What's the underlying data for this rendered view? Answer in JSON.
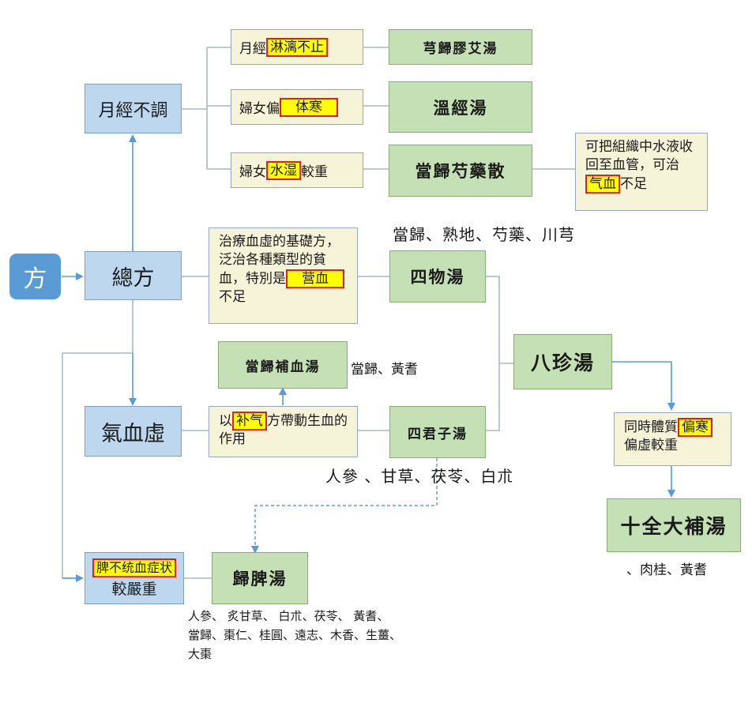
{
  "root": {
    "label": "方"
  },
  "categories": {
    "menstrual": "月經不調",
    "general": "總方",
    "qi_blood": "氣血虛",
    "spleen_hl": "脾不统血症状",
    "spleen_rest": "較嚴重"
  },
  "conditions": {
    "dripping_pre": "月經",
    "dripping_hl": "淋漓不止",
    "cold_pre": "婦女偏",
    "cold_hl": "体寒",
    "damp_pre": "婦女",
    "damp_hl": "水湿",
    "damp_post": "較重",
    "siwu_desc_pre": "治療血虛的基礎方，泛治各種類型的貧血，特別是",
    "siwu_desc_hl": "营血",
    "siwu_desc_post": "不足",
    "danggui_note_pre": "可把組織中水液收回至血管，可治",
    "danggui_note_hl": "气血",
    "danggui_note_post": "不足",
    "qi_drive_pre": "以",
    "qi_drive_hl": "补气",
    "qi_drive_post": "方帶動生血的作用",
    "bazhen_cold_pre": "同時體質",
    "bazhen_cold_hl": "偏寒",
    "bazhen_cold_post": "偏虛較重"
  },
  "formulas": {
    "xiong_gui_jiao_ai": "芎歸膠艾湯",
    "wen_jing": "溫經湯",
    "dang_gui_shao_yao": "當歸芍藥散",
    "si_wu": "四物湯",
    "ba_zhen": "八珍湯",
    "dang_gui_bu_xue": "當歸補血湯",
    "si_jun_zi": "四君子湯",
    "shi_quan_da_bu": "十全大補湯",
    "gui_pi": "歸脾湯"
  },
  "ingredients": {
    "si_wu": "當歸、熟地、芍藥、川芎",
    "dang_gui_bu_xue": "當歸、黃耆",
    "si_jun_zi": "人參 、甘草、茯苓、白朮",
    "shi_quan": "、肉桂、黃耆",
    "gui_pi_1": "人參、 炙甘草、 白朮、茯苓、 黃耆、",
    "gui_pi_2": "當歸、棗仁、桂圓、遠志、木香、生薑、",
    "gui_pi_3": "大棗"
  },
  "colors": {
    "category_fill": "#bdd7ee",
    "condition_fill": "#f6f4d8",
    "formula_fill": "#c5e0b4",
    "highlight_fill": "#ffff00",
    "highlight_border": "#e02020",
    "connector_gray": "#a9b8c9",
    "connector_blue": "#5b9bd5",
    "root_fill": "#5b9bd5"
  }
}
